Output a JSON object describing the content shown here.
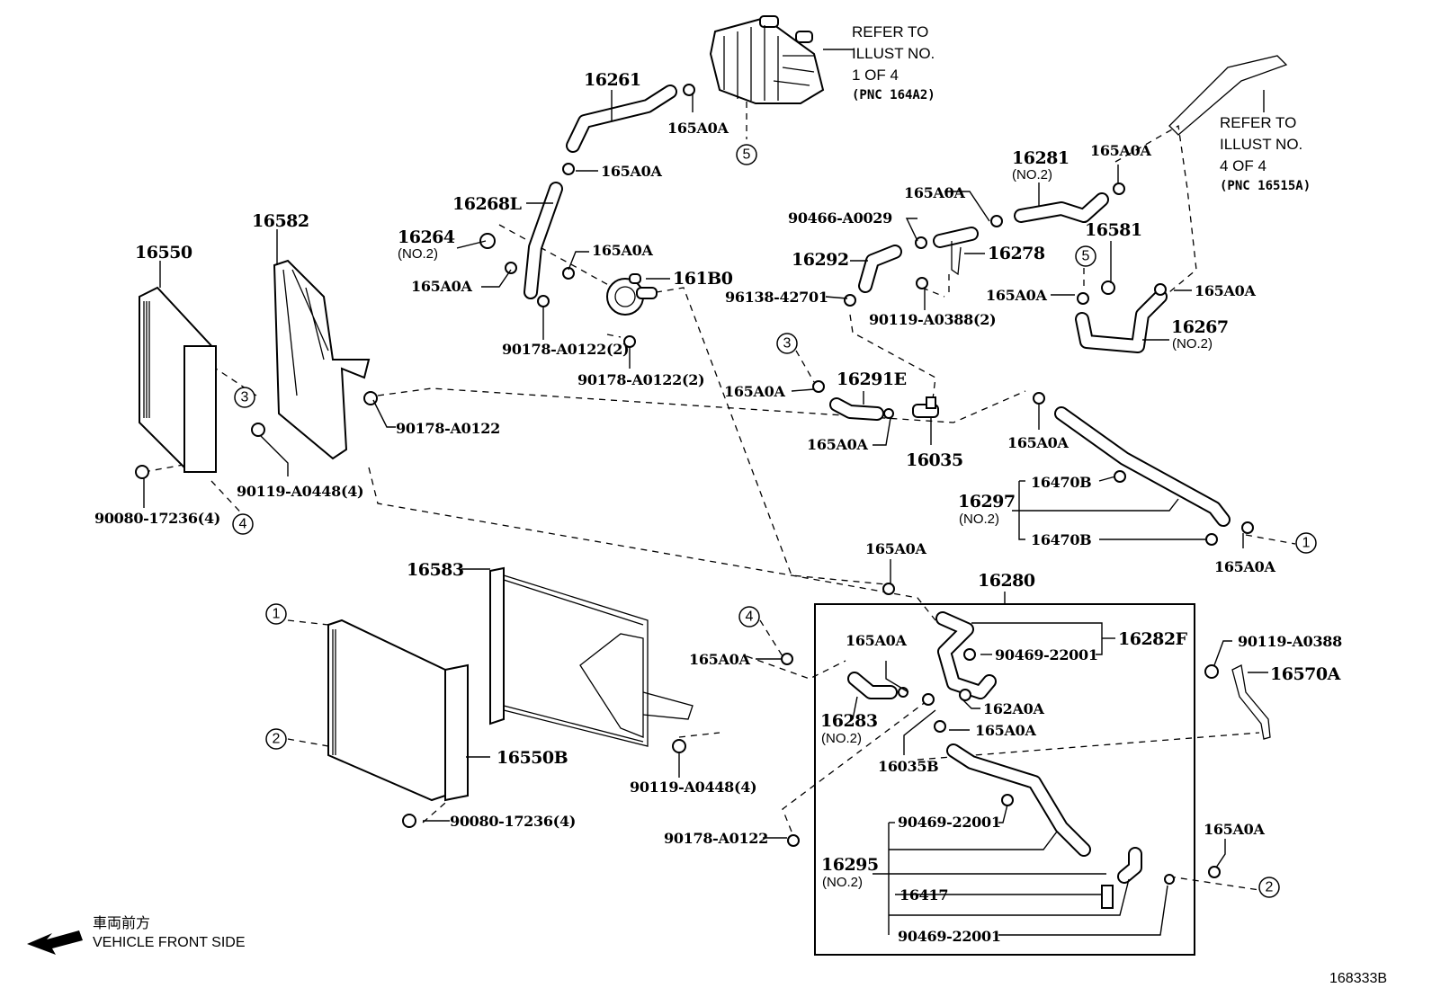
{
  "diagram": {
    "figure_id": "168333B",
    "orientation": {
      "label_jp": "車両前方",
      "label_en": "VEHICLE FRONT SIDE"
    },
    "references": [
      {
        "lines": [
          "REFER TO",
          "ILLUST NO.",
          "1 OF 4",
          "(PNC  164A2)"
        ]
      },
      {
        "lines": [
          "REFER TO",
          "ILLUST NO.",
          "4 OF 4",
          "(PNC  16515A)"
        ]
      }
    ],
    "circles": [
      "1",
      "2",
      "3",
      "4",
      "5"
    ],
    "parts": {
      "p16261": "16261",
      "p165A0A": "165A0A",
      "p16268L": "16268L",
      "p16264": "16264",
      "no2": "(NO.2)",
      "p161B0": "161B0",
      "p90178_2": "90178-A0122(2)",
      "p90178": "90178-A0122",
      "p16582": "16582",
      "p16550": "16550",
      "p90119_A0448_4": "90119-A0448(4)",
      "p90080_4": "90080-17236(4)",
      "p16281": "16281",
      "p16581": "16581",
      "p16267": "16267",
      "p90466": "90466-A0029",
      "p16292": "16292",
      "p16278": "16278",
      "p96138": "96138-42701",
      "p90119_A0388_2": "90119-A0388(2)",
      "p16291E": "16291E",
      "p16035": "16035",
      "p16297": "16297",
      "p16470B": "16470B",
      "p16583": "16583",
      "p16550B": "16550B",
      "p16280": "16280",
      "p16282F": "16282F",
      "p90469": "90469-22001",
      "p162A0A": "162A0A",
      "p16283": "16283",
      "p16035B": "16035B",
      "p16295": "16295",
      "p16417": "16417",
      "p90119_A0388": "90119-A0388",
      "p16570A": "16570A"
    }
  }
}
